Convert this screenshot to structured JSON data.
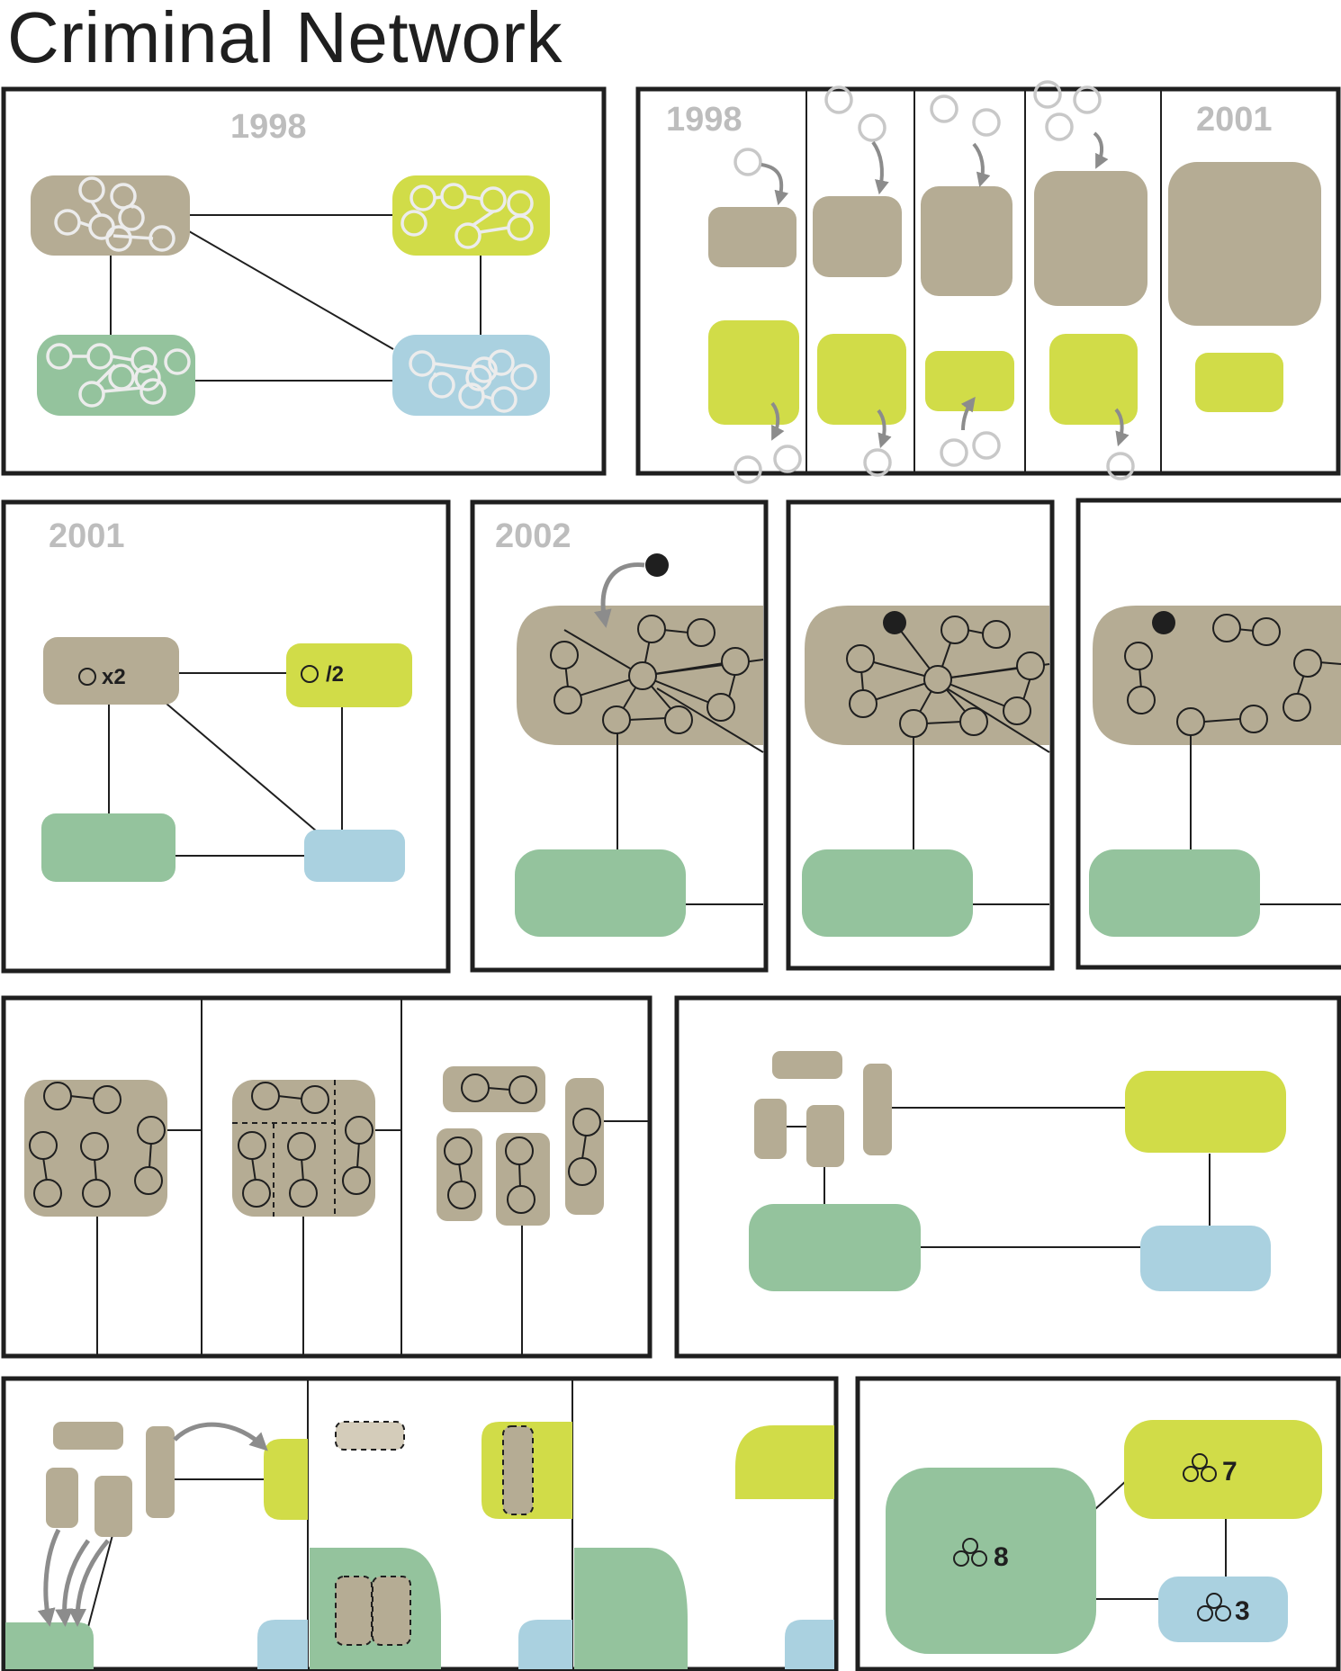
{
  "title": "Criminal Network",
  "years": {
    "y1998": "1998",
    "y2001": "2001",
    "y2002": "2002"
  },
  "labels": {
    "times2": "x2",
    "div2": "/2",
    "count_green": "8",
    "count_yellow": "7",
    "count_blue": "3"
  },
  "colors": {
    "tan": "#b5ac94",
    "tan_light": "#d4ccba",
    "yellow": "#d1dc48",
    "green": "#94c39d",
    "blue": "#aad1e0",
    "frame": "#1f1f1f",
    "year_gray": "#bdbdbd",
    "arrow_gray": "#8c8c8c"
  },
  "icons": [
    "member-node-icon",
    "intruder-dot-icon",
    "curved-arrow-icon",
    "triple-circle-icon"
  ]
}
